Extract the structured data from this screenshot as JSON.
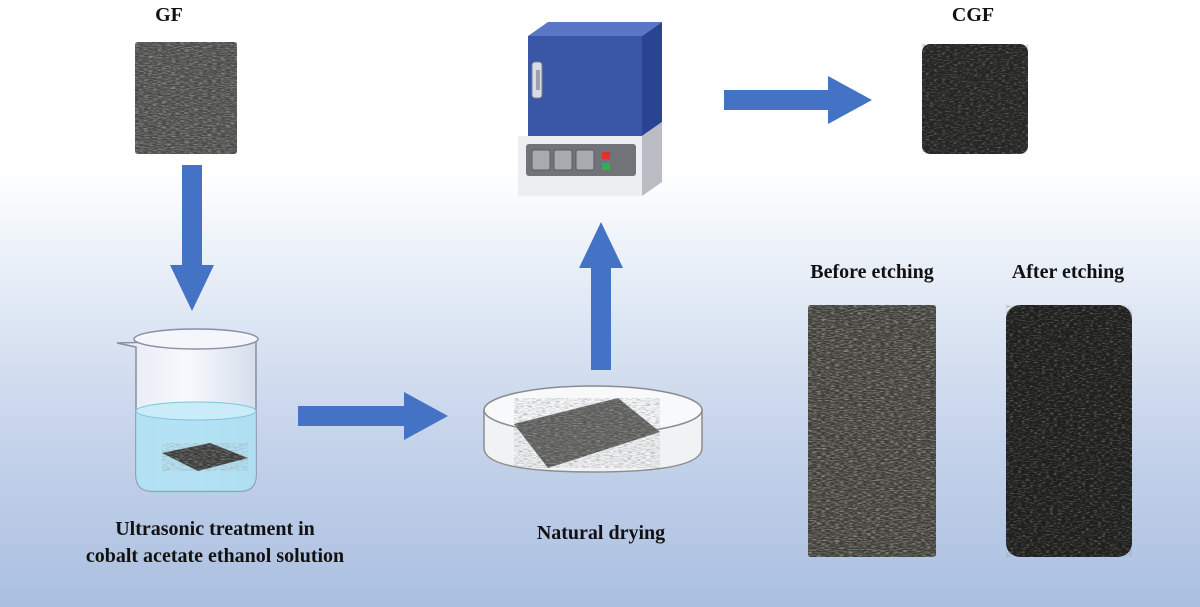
{
  "labels": {
    "gf": "GF",
    "cgf": "CGF",
    "ultrasonic_line1": "Ultrasonic treatment in",
    "ultrasonic_line2": "cobalt acetate ethanol solution",
    "natural_drying": "Natural drying",
    "before_etching": "Before etching",
    "after_etching": "After etching"
  },
  "colors": {
    "arrow": "#4472c4",
    "furnace_blue": "#3a56a6",
    "felt_gray": "#6b6b6b",
    "felt_dark": "#2a2a2a",
    "liquid": "#a8def2"
  },
  "icons": [
    "graphite-felt-sample",
    "beaker-icon",
    "petri-dish-icon",
    "furnace-icon",
    "arrow-icon"
  ]
}
